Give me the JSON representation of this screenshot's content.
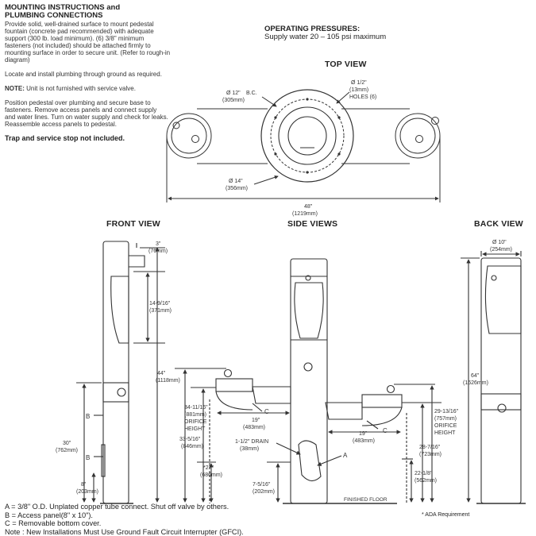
{
  "instructions": {
    "title_line1": "MOUNTING INSTRUCTIONS and",
    "title_line2": "PLUMBING CONNECTIONS",
    "para1_l1": "Provide solid, well-drained surface to mount pedestal",
    "para1_l2": "fountain (concrete pad recommended) with adequate",
    "para1_l3": "support (300 lb. load minimum). (6) 3/8\" minimum",
    "para1_l4": "fasteners (not included) should be attached firmly to",
    "para1_l5": "mounting surface in order to secure unit. (Refer to rough-in",
    "para1_l6": "diagram)",
    "para2": "Locate and install plumbing through ground as required.",
    "note_label": "NOTE:",
    "note_text": " Unit is not furnished with service valve.",
    "para3_l1": "Position pedestal over plumbing and secure base to",
    "para3_l2": "fasteners. Remove access panels and connect supply",
    "para3_l3": "and water lines. Turn on water supply and check for leaks.",
    "para3_l4": "Reassemble access panels to pedestal.",
    "trap_note": "Trap and service stop not included."
  },
  "pressures": {
    "title": "OPERATING PRESSURES:",
    "text": "Supply water 20 – 105 psi maximum"
  },
  "views": {
    "top": "TOP VIEW",
    "front": "FRONT VIEW",
    "side": "SIDE VIEWS",
    "back": "BACK VIEW"
  },
  "top_dims": {
    "bc_dia": "Ø 12\"",
    "bc_label": "B.C.",
    "bc_mm": "(305mm)",
    "holes_dia": "Ø 1/2\"",
    "holes_mm": "(13mm)",
    "holes_label": "HOLES (6)",
    "base_dia": "Ø 14\"",
    "base_mm": "(356mm)",
    "width": "48\"",
    "width_mm": "(1219mm)"
  },
  "front_dims": {
    "top_w": "3\"",
    "top_w_mm": "(76mm)",
    "bottle": "14-9/16\"",
    "bottle_mm": "(371mm)",
    "h44": "44\"",
    "h44_mm": "(1118mm)",
    "h30": "30\"",
    "h30_mm": "(762mm)",
    "h8": "8\"",
    "h8_mm": "(203mm)",
    "label_b1": "B",
    "label_b2": "B"
  },
  "side_left_dims": {
    "orifice": "34-11/16\"",
    "orifice_mm": "(881mm)",
    "orifice_l1": "ORIFICE",
    "orifice_l2": "HEIGHT",
    "h33": "33-5/16\"",
    "h33_mm": "(846mm)",
    "h27": "*27\"",
    "h27_mm": "(686mm)",
    "reach": "19\"",
    "reach_mm": "(483mm)",
    "label_c": "C"
  },
  "side_center_dims": {
    "drain": "1-1/2\" DRAIN",
    "drain_mm": "(38mm)",
    "h7": "7-5/16\"",
    "h7_mm": "(202mm)",
    "label_a": "A",
    "floor": "FINISHED FLOOR"
  },
  "side_right_dims": {
    "reach": "19\"",
    "reach_mm": "(483mm)",
    "label_c": "C",
    "orifice": "29-13/16\"",
    "orifice_mm": "(757mm)",
    "orifice_l1": "ORIFICE",
    "orifice_l2": "HEIGHT",
    "h28": "28-7/16\"",
    "h28_mm": "(723mm)",
    "h22": "22-1/8\"",
    "h22_mm": "(562mm)"
  },
  "back_dims": {
    "dia": "Ø 10\"",
    "dia_mm": "(254mm)",
    "h64": "64\"",
    "h64_mm": "(1626mm)"
  },
  "ada_note": "* ADA Requirement",
  "legend": {
    "a": "A = 3/8\" O.D. Unplated copper tube connect. Shut off valve by others.",
    "b": "B = Access panel(8\" x 10\").",
    "c": "C = Removable bottom cover.",
    "note": "Note : New Installations Must Use Ground Fault Circuit Interrupter (GFCI)."
  }
}
